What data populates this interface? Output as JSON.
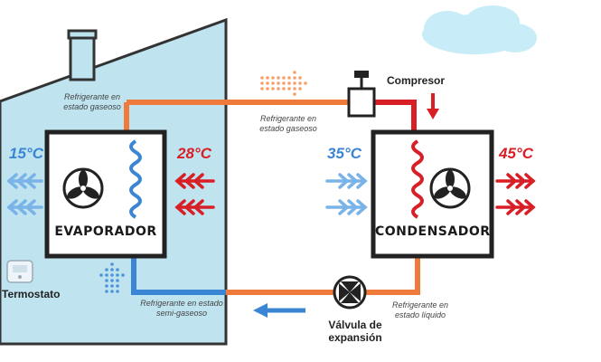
{
  "colors": {
    "house_fill": "#bfe4f0",
    "house_outline": "#333333",
    "cold_pipe": "#3a85d4",
    "warm_pipe": "#ee7a3b",
    "hot_pipe": "#d81f26",
    "cold_arrow": "#7ab3e8",
    "hot_arrow": "#d81f26",
    "cloud": "#c8ecf8"
  },
  "labels": {
    "top_left": "Refrigerante en estado gaseoso",
    "top_mid": "Refrigerante en estado gaseoso",
    "bottom_left": "Refrigerante en estado semi-gaseoso",
    "bottom_right": "Refrigerante en estado líquido",
    "compressor": "Compresor",
    "valve": "Válvula de expansión",
    "thermostat": "Termostato"
  },
  "units": {
    "evaporator": "EVAPORADOR",
    "condenser": "CONDENSADOR"
  },
  "temps": {
    "evap_out": "15°C",
    "evap_in": "28°C",
    "cond_in": "35°C",
    "cond_out": "45°C"
  }
}
